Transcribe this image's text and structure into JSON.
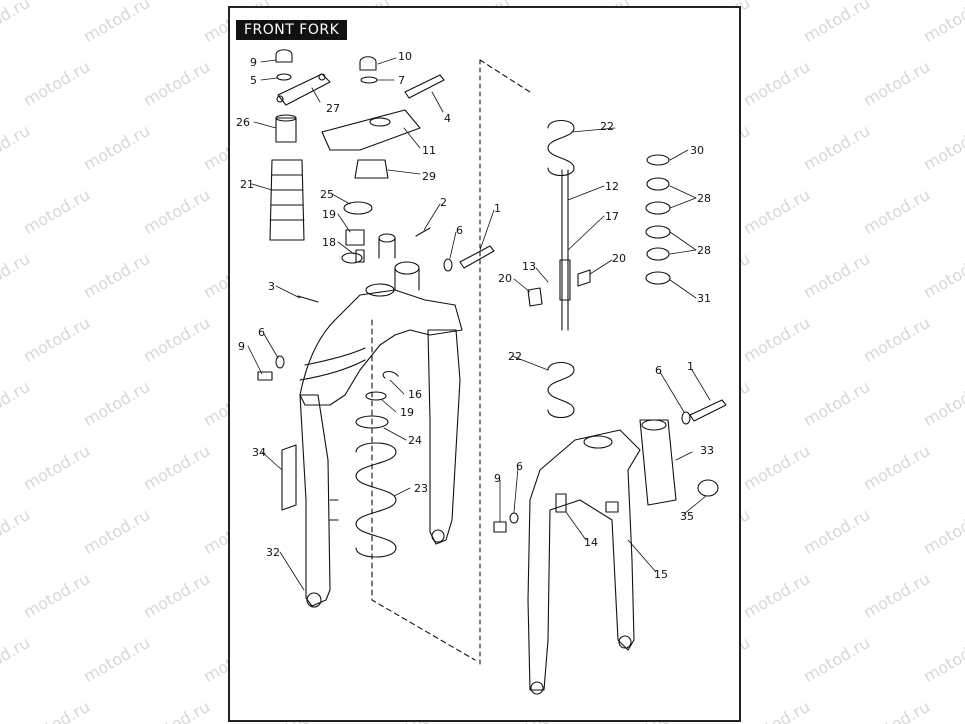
{
  "title": "FRONT FORK",
  "watermark_text": "motod.ru",
  "callouts": [
    {
      "id": "c9a",
      "label": "9"
    },
    {
      "id": "c5",
      "label": "5"
    },
    {
      "id": "c27",
      "label": "27"
    },
    {
      "id": "c10",
      "label": "10"
    },
    {
      "id": "c7",
      "label": "7"
    },
    {
      "id": "c4",
      "label": "4"
    },
    {
      "id": "c26",
      "label": "26"
    },
    {
      "id": "c11",
      "label": "11"
    },
    {
      "id": "c29",
      "label": "29"
    },
    {
      "id": "c21",
      "label": "21"
    },
    {
      "id": "c25",
      "label": "25"
    },
    {
      "id": "c2",
      "label": "2"
    },
    {
      "id": "c19a",
      "label": "19"
    },
    {
      "id": "c18",
      "label": "18"
    },
    {
      "id": "c6a",
      "label": "6"
    },
    {
      "id": "c1a",
      "label": "1"
    },
    {
      "id": "c3",
      "label": "3"
    },
    {
      "id": "c6b",
      "label": "6"
    },
    {
      "id": "c9b",
      "label": "9"
    },
    {
      "id": "c16",
      "label": "16"
    },
    {
      "id": "c19b",
      "label": "19"
    },
    {
      "id": "c24",
      "label": "24"
    },
    {
      "id": "c34",
      "label": "34"
    },
    {
      "id": "c23",
      "label": "23"
    },
    {
      "id": "c32",
      "label": "32"
    },
    {
      "id": "c22a",
      "label": "22"
    },
    {
      "id": "c12",
      "label": "12"
    },
    {
      "id": "c17",
      "label": "17"
    },
    {
      "id": "c13",
      "label": "13"
    },
    {
      "id": "c20a",
      "label": "20"
    },
    {
      "id": "c20b",
      "label": "20"
    },
    {
      "id": "c22b",
      "label": "22"
    },
    {
      "id": "c30",
      "label": "30"
    },
    {
      "id": "c28a",
      "label": "28"
    },
    {
      "id": "c28b",
      "label": "28"
    },
    {
      "id": "c31",
      "label": "31"
    },
    {
      "id": "c6c",
      "label": "6"
    },
    {
      "id": "c1b",
      "label": "1"
    },
    {
      "id": "c33",
      "label": "33"
    },
    {
      "id": "c6d",
      "label": "6"
    },
    {
      "id": "c9c",
      "label": "9"
    },
    {
      "id": "c14",
      "label": "14"
    },
    {
      "id": "c35",
      "label": "35"
    },
    {
      "id": "c15",
      "label": "15"
    }
  ]
}
